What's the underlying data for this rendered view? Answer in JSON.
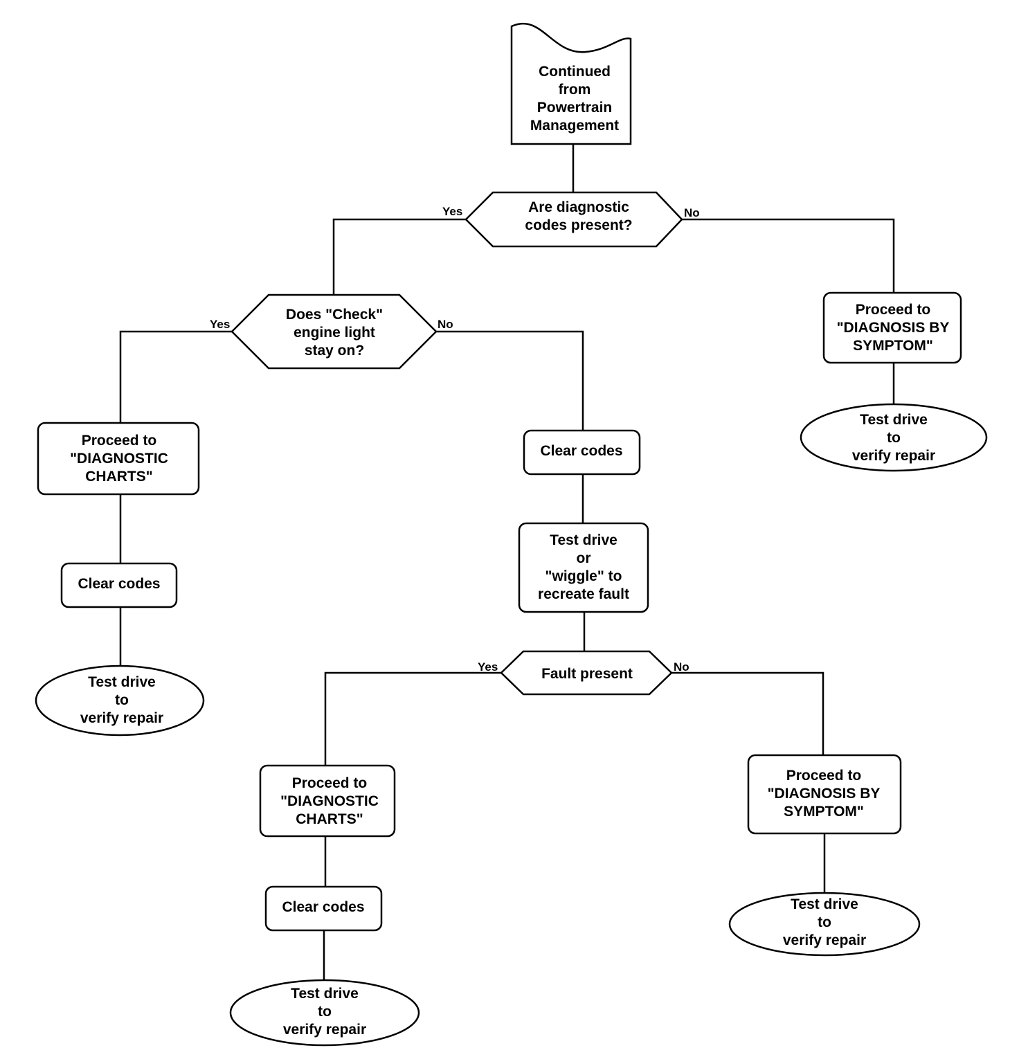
{
  "nodes": {
    "start": {
      "lines": [
        "Continued",
        "from",
        "Powertrain",
        "Management"
      ]
    },
    "q_codes": {
      "lines": [
        "Are diagnostic",
        "codes present?"
      ]
    },
    "q_check": {
      "lines": [
        "Does \"Check\"",
        "engine light",
        "stay on?"
      ]
    },
    "p_symptom_1": {
      "lines": [
        "Proceed to",
        "\"DIAGNOSIS BY",
        "SYMPTOM\""
      ]
    },
    "t_verify_1": {
      "lines": [
        "Test drive",
        "to",
        "verify repair"
      ]
    },
    "p_charts_1": {
      "lines": [
        "Proceed to",
        "\"DIAGNOSTIC",
        "CHARTS\""
      ]
    },
    "clear_1": {
      "lines": [
        "Clear codes"
      ]
    },
    "t_verify_2": {
      "lines": [
        "Test drive",
        "to",
        "verify repair"
      ]
    },
    "clear_2": {
      "lines": [
        "Clear codes"
      ]
    },
    "wiggle": {
      "lines": [
        "Test drive",
        "or",
        "\"wiggle\" to",
        "recreate fault"
      ]
    },
    "q_fault": {
      "lines": [
        "Fault present"
      ]
    },
    "p_charts_2": {
      "lines": [
        "Proceed to",
        "\"DIAGNOSTIC",
        "CHARTS\""
      ]
    },
    "clear_3": {
      "lines": [
        "Clear codes"
      ]
    },
    "t_verify_3": {
      "lines": [
        "Test drive",
        "to",
        "verify repair"
      ]
    },
    "p_symptom_2": {
      "lines": [
        "Proceed to",
        "\"DIAGNOSIS BY",
        "SYMPTOM\""
      ]
    },
    "t_verify_4": {
      "lines": [
        "Test drive",
        "to",
        "verify repair"
      ]
    }
  },
  "branches": {
    "codes_yes": "Yes",
    "codes_no": "No",
    "check_yes": "Yes",
    "check_no": "No",
    "fault_yes": "Yes",
    "fault_no": "No"
  }
}
